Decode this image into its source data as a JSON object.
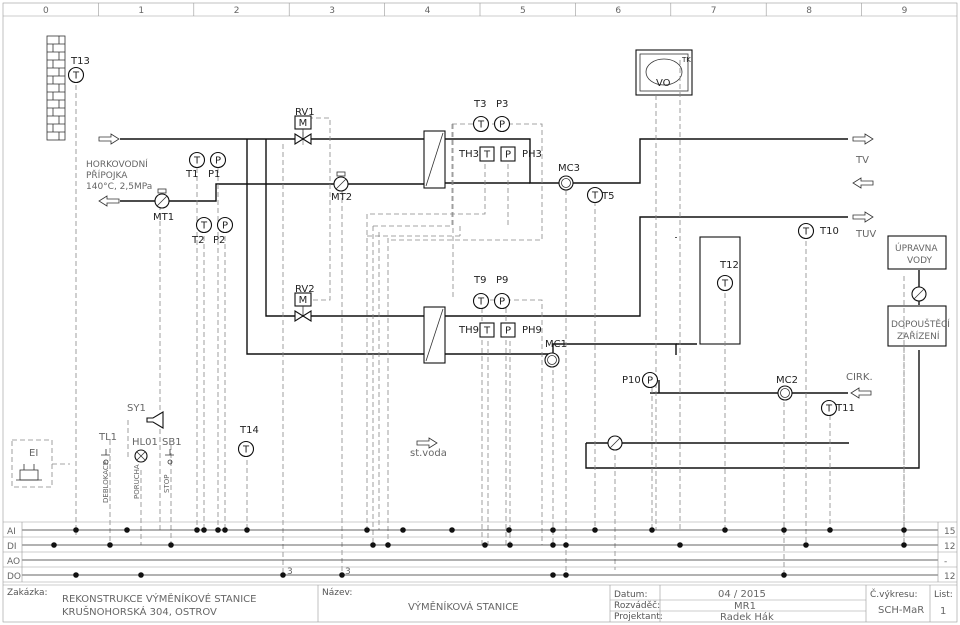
{
  "ruler": [
    "0",
    "1",
    "2",
    "3",
    "4",
    "5",
    "6",
    "7",
    "8",
    "9"
  ],
  "labels": {
    "t13": "T13",
    "hw": "HORKOVODNÍ",
    "hw2": "PŘÍPOJKA",
    "hw3": "140°C, 2,5MPa",
    "t1": "T1",
    "p1": "P1",
    "mt1": "MT1",
    "t2": "T2",
    "p2": "P2",
    "rv1": "RV1",
    "mt2": "MT2",
    "rv2": "RV2",
    "t3": "T3",
    "p3": "P3",
    "th3": "TH3",
    "ph3": "PH3",
    "mc3": "MC3",
    "t5": "T5",
    "t9": "T9",
    "p9": "P9",
    "th9": "TH9",
    "ph9": "PH9",
    "mc1": "MC1",
    "vo": "VO",
    "tk": "TK",
    "tv": "TV",
    "tuv": "TUV",
    "t10": "T10",
    "t12": "T12",
    "uv1": "ÚPRAVNA",
    "uv2": "VODY",
    "dz1": "DOPOUŠTĚCÍ",
    "dz2": "ZAŘÍZENÍ",
    "p10": "P10",
    "mc2": "MC2",
    "cirk": "CIRK.",
    "t11": "T11",
    "sy1": "SY1",
    "tl1": "TL1",
    "hl01": "HL01",
    "sb1": "SB1",
    "t14": "T14",
    "ei": "EI",
    "stvoda": "st.voda",
    "debl": "DEBLOKACE",
    "porucha": "PORUCHA",
    "stop": "STOP",
    "T": "T",
    "P": "P",
    "M": "M"
  },
  "bus": [
    {
      "name": "AI",
      "count": "15"
    },
    {
      "name": "DI",
      "count": "12"
    },
    {
      "name": "AO",
      "count": "-"
    },
    {
      "name": "DO",
      "count": "12"
    }
  ],
  "do_marks": [
    "3",
    "3"
  ],
  "titleblock": {
    "zakazka_label": "Zakázka:",
    "zakazka_1": "REKONSTRUKCE VÝMĚNÍKOVÉ STANICE",
    "zakazka_2": "KRUŠNOHORSKÁ 304, OSTROV",
    "nazev_label": "Název:",
    "nazev": "VÝMĚNÍKOVÁ STANICE",
    "datum_label": "Datum:",
    "datum": "04 / 2015",
    "rozvadec_label": "Rozváděč:",
    "rozvadec": "MR1",
    "projektant_label": "Projektant:",
    "projektant": "Radek Hák",
    "cvykresu_label": "Č.výkresu:",
    "cvykresu": "SCH-MaR",
    "list_label": "List:",
    "list": "1"
  },
  "colors": {
    "line": "#111111",
    "dash": "#888888",
    "grid": "#999999",
    "text": "#222222"
  }
}
